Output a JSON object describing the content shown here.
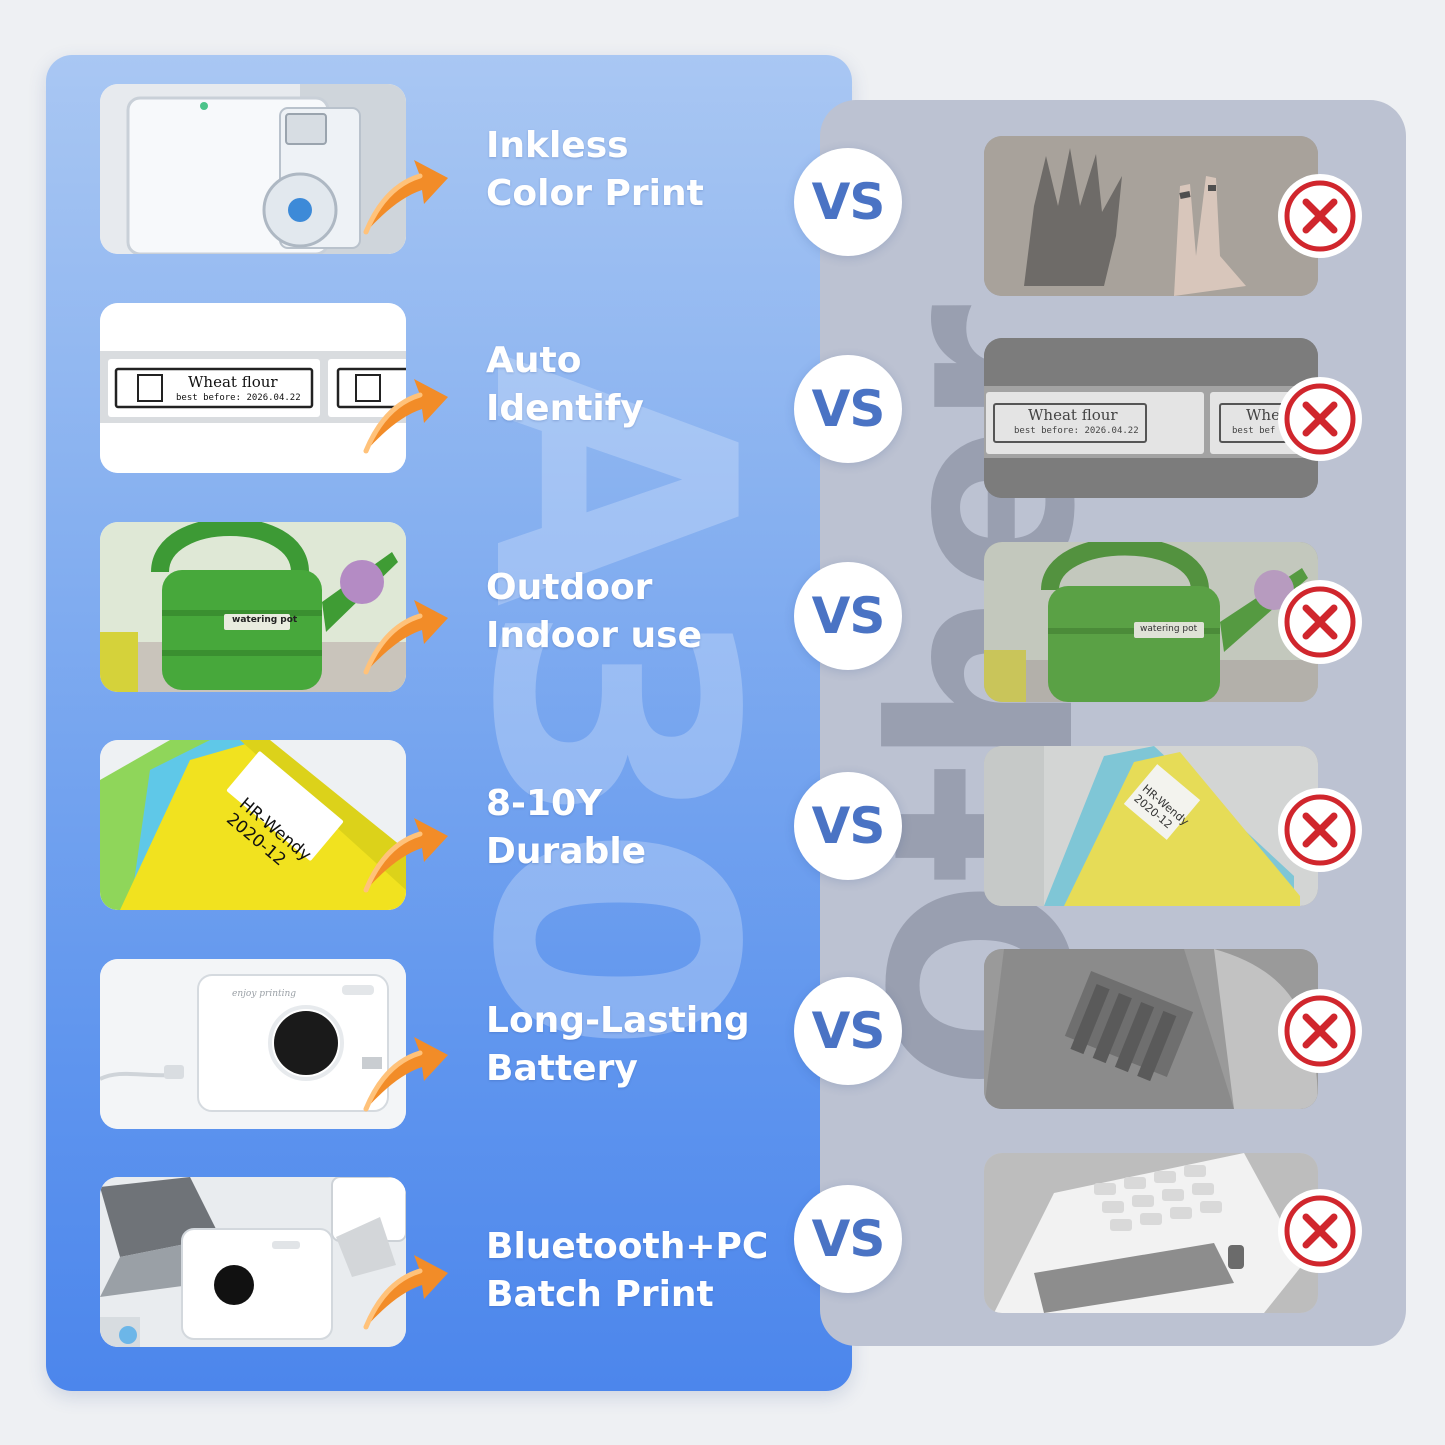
{
  "brand_watermark": "A30",
  "competitor_watermark": "Other",
  "vs_label": "VS",
  "rows": [
    {
      "line1": "Inkless",
      "line2": "Color Print",
      "left_icon": "label-printer-cutaway-image",
      "right_icon": "ink-stained-hands-image"
    },
    {
      "line1": "Auto",
      "line2": "Identify",
      "left_icon": "label-strip-image",
      "right_icon": "label-strip-gray-image",
      "label_title": "Wheat flour",
      "label_sub": "best before: 2026.04.22",
      "label_title_cut": "Whe",
      "label_sub_cut": "best bef"
    },
    {
      "line1": "Outdoor",
      "line2": "Indoor use",
      "left_icon": "watering-can-image",
      "right_icon": "watering-can-faded-image",
      "tag_text": "watering pot"
    },
    {
      "line1": "8-10Y",
      "line2": "Durable",
      "left_icon": "folders-label-image",
      "right_icon": "folders-label-faded-image",
      "tag_line1": "HR-Wendy",
      "tag_line2": "2020-12"
    },
    {
      "line1": "Long-Lasting",
      "line2": "Battery",
      "left_icon": "printer-charging-image",
      "right_icon": "battery-compartment-image",
      "device_text": "enjoy printing"
    },
    {
      "line1": "Bluetooth+PC",
      "line2": "Batch Print",
      "left_icon": "laptop-phone-printer-image",
      "right_icon": "keypad-printer-image"
    }
  ],
  "colors": {
    "accent_blue": "#4c86ec",
    "vs_text": "#4a73c4",
    "x_red": "#d0262d",
    "arrow_orange": "#f28c28"
  }
}
